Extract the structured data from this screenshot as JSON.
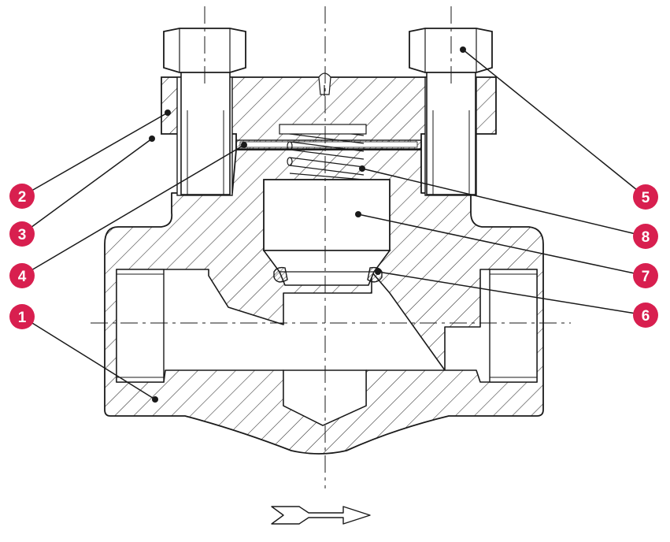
{
  "diagram": {
    "colors": {
      "line": "#1a1a1a",
      "hatch": "#2a2a2a",
      "callout_fill": "#d81f4f",
      "callout_text": "#ffffff",
      "background": "#ffffff"
    },
    "callouts": [
      {
        "id": "callout-1",
        "label": "1"
      },
      {
        "id": "callout-2",
        "label": "2"
      },
      {
        "id": "callout-3",
        "label": "3"
      },
      {
        "id": "callout-4",
        "label": "4"
      },
      {
        "id": "callout-5",
        "label": "5"
      },
      {
        "id": "callout-6",
        "label": "6"
      },
      {
        "id": "callout-7",
        "label": "7"
      },
      {
        "id": "callout-8",
        "label": "8"
      }
    ],
    "flow_direction_icon": "flow-arrow-icon"
  }
}
